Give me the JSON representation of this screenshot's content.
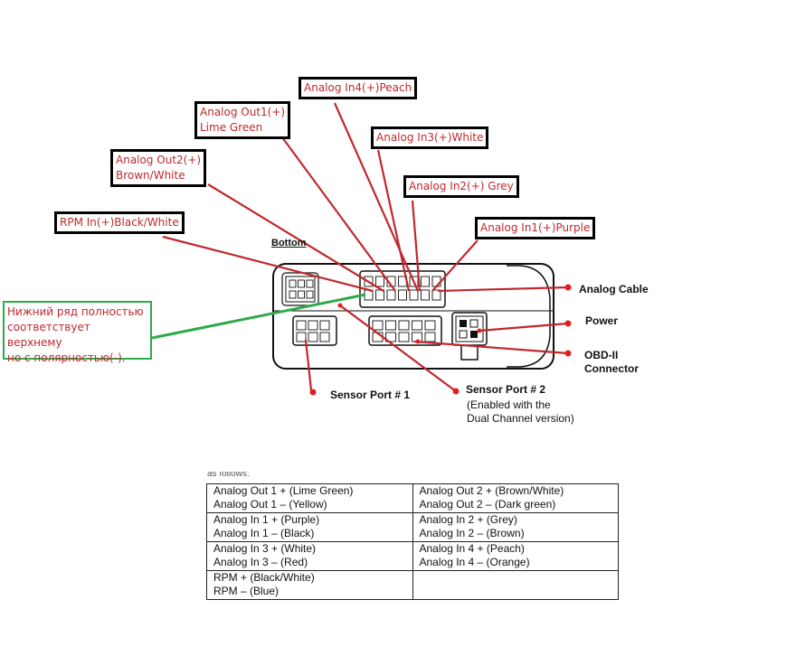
{
  "callouts": {
    "analog_in4": "Analog In4(+)Peach",
    "analog_out1_line1": "Analog Out1(+)",
    "analog_out1_line2": "Lime Green",
    "analog_in3": "Analog In3(+)White",
    "analog_out2_line1": "Analog Out2(+)",
    "analog_out2_line2": "Brown/White",
    "analog_in2": "Analog In2(+) Grey",
    "rpm_in": "RPM In(+)Black/White",
    "analog_in1": "Analog In1(+)Purple"
  },
  "note": {
    "line1": "Нижний ряд полностью",
    "line2": "соответствует верхнему",
    "line3": "но с полярностью(-)."
  },
  "device_labels": {
    "bottom": "Bottom",
    "analog_cable": "Analog Cable",
    "power": "Power",
    "obd_line1": "OBD-II",
    "obd_line2": "Connector",
    "sensor1": "Sensor Port # 1",
    "sensor2": "Sensor Port # 2",
    "sensor2_note1": "(Enabled with the",
    "sensor2_note2": "Dual Channel version)"
  },
  "table": {
    "cut_label": "as follows:",
    "rows": [
      [
        "Analog Out 1 + (Lime Green)",
        "Analog Out 1 – (Yellow)",
        "Analog Out 2 + (Brown/White)",
        "Analog Out 2 – (Dark green)"
      ],
      [
        "Analog In 1 + (Purple)",
        "Analog In 1 – (Black)",
        "Analog In 2 + (Grey)",
        "Analog In 2 – (Brown)"
      ],
      [
        "Analog In 3 + (White)",
        "Analog In 3 – (Red)",
        "Analog In 4 + (Peach)",
        "Analog In 4 – (Orange)"
      ],
      [
        "RPM + (Black/White)",
        "RPM – (Blue)",
        "",
        ""
      ]
    ]
  },
  "colors": {
    "callout_text": "#c0282d",
    "leader_line": "#c0282d",
    "note_border": "#2eaa4a",
    "note_line": "#2eaa4a"
  }
}
